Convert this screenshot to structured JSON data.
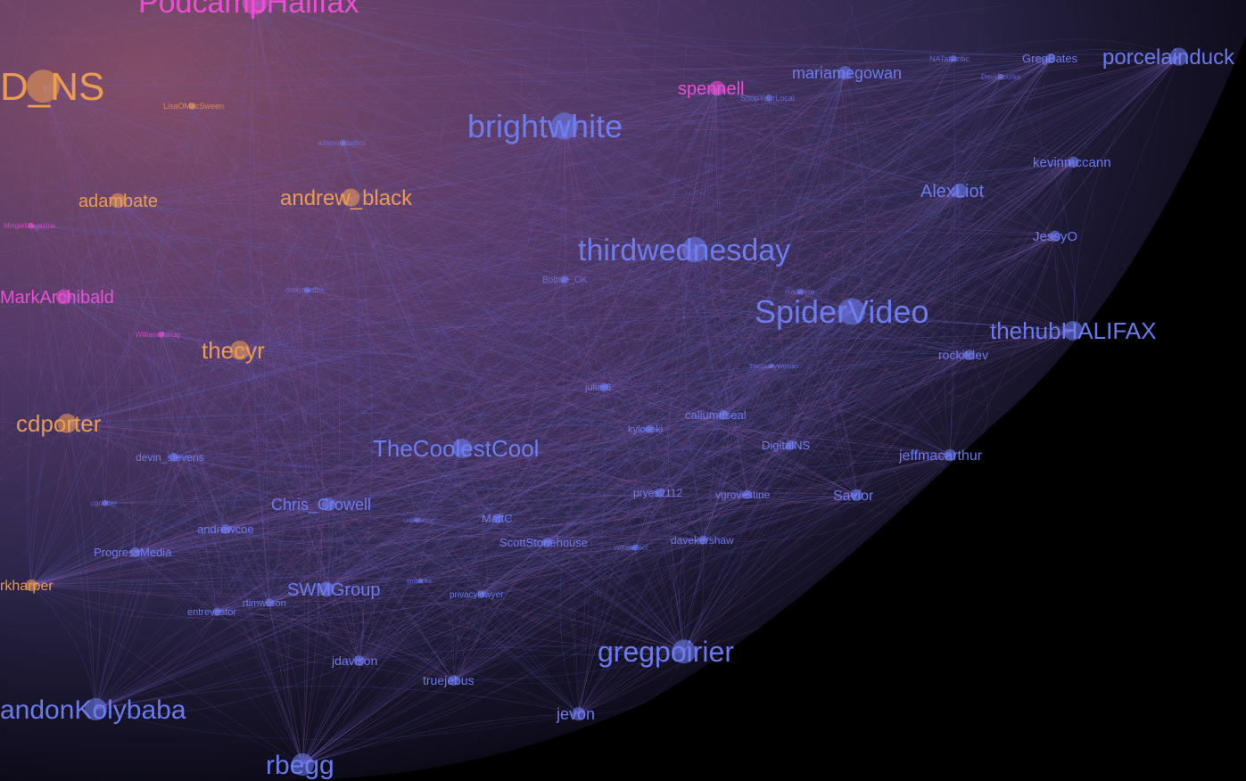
{
  "colors": {
    "background": "#000000",
    "blue": "#6f7ff5",
    "orange": "#f0a050",
    "pink": "#f050d8",
    "green": "#60d890",
    "edge_purple": "#8a5aa8",
    "edge_blue": "#5a6ad0"
  },
  "nodes": [
    {
      "label": "PodcampHalifax",
      "color": "pink",
      "level": 5
    },
    {
      "label": "D_NS",
      "color": "orange",
      "level": 5
    },
    {
      "label": "brightwhite",
      "color": "blue",
      "level": 4
    },
    {
      "label": "thirdwednesday",
      "color": "blue",
      "level": 4
    },
    {
      "label": "SpiderVideo",
      "color": "blue",
      "level": 4
    },
    {
      "label": "gregpoirier",
      "color": "blue",
      "level": 4
    },
    {
      "label": "TheCoolestCool",
      "color": "blue",
      "level": 3
    },
    {
      "label": "andonKolybaba",
      "color": "blue",
      "level": 3
    },
    {
      "label": "rbegg",
      "color": "blue",
      "level": 3
    },
    {
      "label": "thehubHALIFAX",
      "color": "blue",
      "level": 3
    },
    {
      "label": "porcelainduck",
      "color": "blue",
      "level": 3
    },
    {
      "label": "andrew_black",
      "color": "orange",
      "level": 3
    },
    {
      "label": "cdporter",
      "color": "orange",
      "level": 3
    },
    {
      "label": "thecyr",
      "color": "orange",
      "level": 3
    },
    {
      "label": "MarkArchibald",
      "color": "pink",
      "level": 2
    },
    {
      "label": "spennell",
      "color": "pink",
      "level": 2
    },
    {
      "label": "mariamegowan",
      "color": "blue",
      "level": 2
    },
    {
      "label": "AlexLiot",
      "color": "blue",
      "level": 2
    },
    {
      "label": "SWMGroup",
      "color": "blue",
      "level": 2
    },
    {
      "label": "Chris_Crowell",
      "color": "blue",
      "level": 2
    },
    {
      "label": "adambate",
      "color": "orange",
      "level": 2
    },
    {
      "label": "rkharper",
      "color": "orange",
      "level": 2
    },
    {
      "label": "jeffmacarthur",
      "color": "blue",
      "level": 1
    },
    {
      "label": "kevinmccann",
      "color": "blue",
      "level": 1
    },
    {
      "label": "JessyO",
      "color": "blue",
      "level": 1
    },
    {
      "label": "Savior",
      "color": "blue",
      "level": 1
    },
    {
      "label": "GregBates",
      "color": "blue",
      "level": 1
    },
    {
      "label": "rockitdev",
      "color": "blue",
      "level": 1
    },
    {
      "label": "jevon",
      "color": "blue",
      "level": 1
    },
    {
      "label": "jdavison",
      "color": "blue",
      "level": 1
    },
    {
      "label": "truejebus",
      "color": "blue",
      "level": 1
    },
    {
      "label": "andrewcoe",
      "color": "blue",
      "level": 1
    },
    {
      "label": "ProgressMedia",
      "color": "blue",
      "level": 1
    },
    {
      "label": "devin_stevens",
      "color": "blue",
      "level": 1
    },
    {
      "label": "callumriseal",
      "color": "blue",
      "level": 1
    },
    {
      "label": "DigitalNS",
      "color": "blue",
      "level": 1
    },
    {
      "label": "MattC",
      "color": "blue",
      "level": 1
    },
    {
      "label": "ScottStonehouse",
      "color": "blue",
      "level": 1
    },
    {
      "label": "davekershaw",
      "color": "blue",
      "level": 1
    },
    {
      "label": "vgrovestine",
      "color": "blue",
      "level": 1
    },
    {
      "label": "pryes2112",
      "color": "blue",
      "level": 1
    },
    {
      "label": "kylosoki",
      "color": "blue",
      "level": 1
    },
    {
      "label": "entrevestor",
      "color": "blue",
      "level": 1
    },
    {
      "label": "rtimwilson",
      "color": "blue",
      "level": 1
    },
    {
      "label": "privacylawyer",
      "color": "blue",
      "level": 1
    },
    {
      "label": "juliar6",
      "color": "blue",
      "level": 1
    },
    {
      "label": "LisaOMacSween",
      "color": "orange",
      "level": 0
    },
    {
      "label": "WilliamMurray",
      "color": "pink",
      "level": 0
    },
    {
      "label": "MingleMagazine",
      "color": "pink",
      "level": 0
    },
    {
      "label": "NATatlantic",
      "color": "blue",
      "level": 0
    },
    {
      "label": "DaveRourke",
      "color": "blue",
      "level": 0
    },
    {
      "label": "ShopYourLocal",
      "color": "blue",
      "level": 0
    },
    {
      "label": "TheSavvyWoman",
      "color": "blue",
      "level": 0
    },
    {
      "label": "Bobsie_OK",
      "color": "blue",
      "level": 0
    },
    {
      "label": "coolyourdbs",
      "color": "blue",
      "level": 0
    },
    {
      "label": "adamoustadios",
      "color": "blue",
      "level": 0
    },
    {
      "label": "markuyre",
      "color": "blue",
      "level": 0
    },
    {
      "label": "vojtaakfect",
      "color": "blue",
      "level": 0
    },
    {
      "label": "tlmbanks",
      "color": "blue",
      "level": 0
    },
    {
      "label": "UrbNBeme",
      "color": "blue",
      "level": 0
    },
    {
      "label": "cgodber",
      "color": "blue",
      "level": 0
    }
  ]
}
